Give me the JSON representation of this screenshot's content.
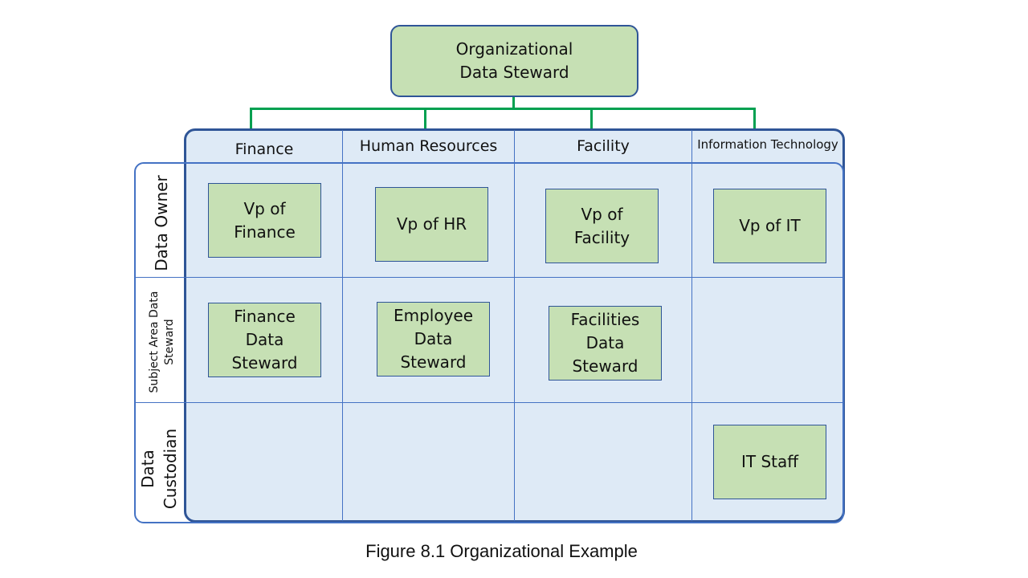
{
  "root": {
    "line1": "Organizational",
    "line2": "Data Steward"
  },
  "columns": [
    "Finance",
    "Human Resources",
    "Facility",
    "Information Technology"
  ],
  "rows": {
    "data_owner": "Data Owner",
    "subject_area_steward": {
      "line1": "Subject Area Data",
      "line2": "Steward"
    },
    "data_custodian": {
      "line1": "Data",
      "line2": "Custodian"
    }
  },
  "cells": {
    "vp_finance": {
      "line1": "Vp of",
      "line2": "Finance"
    },
    "vp_hr": "Vp of HR",
    "vp_facility": {
      "line1": "Vp of",
      "line2": "Facility"
    },
    "vp_it": "Vp of IT",
    "finance_steward": {
      "line1": "Finance",
      "line2": "Data",
      "line3": "Steward"
    },
    "employee_steward": {
      "line1": "Employee",
      "line2": "Data",
      "line3": "Steward"
    },
    "facilities_steward": {
      "line1": "Facilities",
      "line2": "Data",
      "line3": "Steward"
    },
    "it_staff": "IT Staff"
  },
  "caption": "Figure 8.1 Organizational Example",
  "colors": {
    "box_fill": "#c6e0b4",
    "panel_fill": "#deeaf6",
    "border": "#2f5597",
    "connector": "#00a050"
  }
}
